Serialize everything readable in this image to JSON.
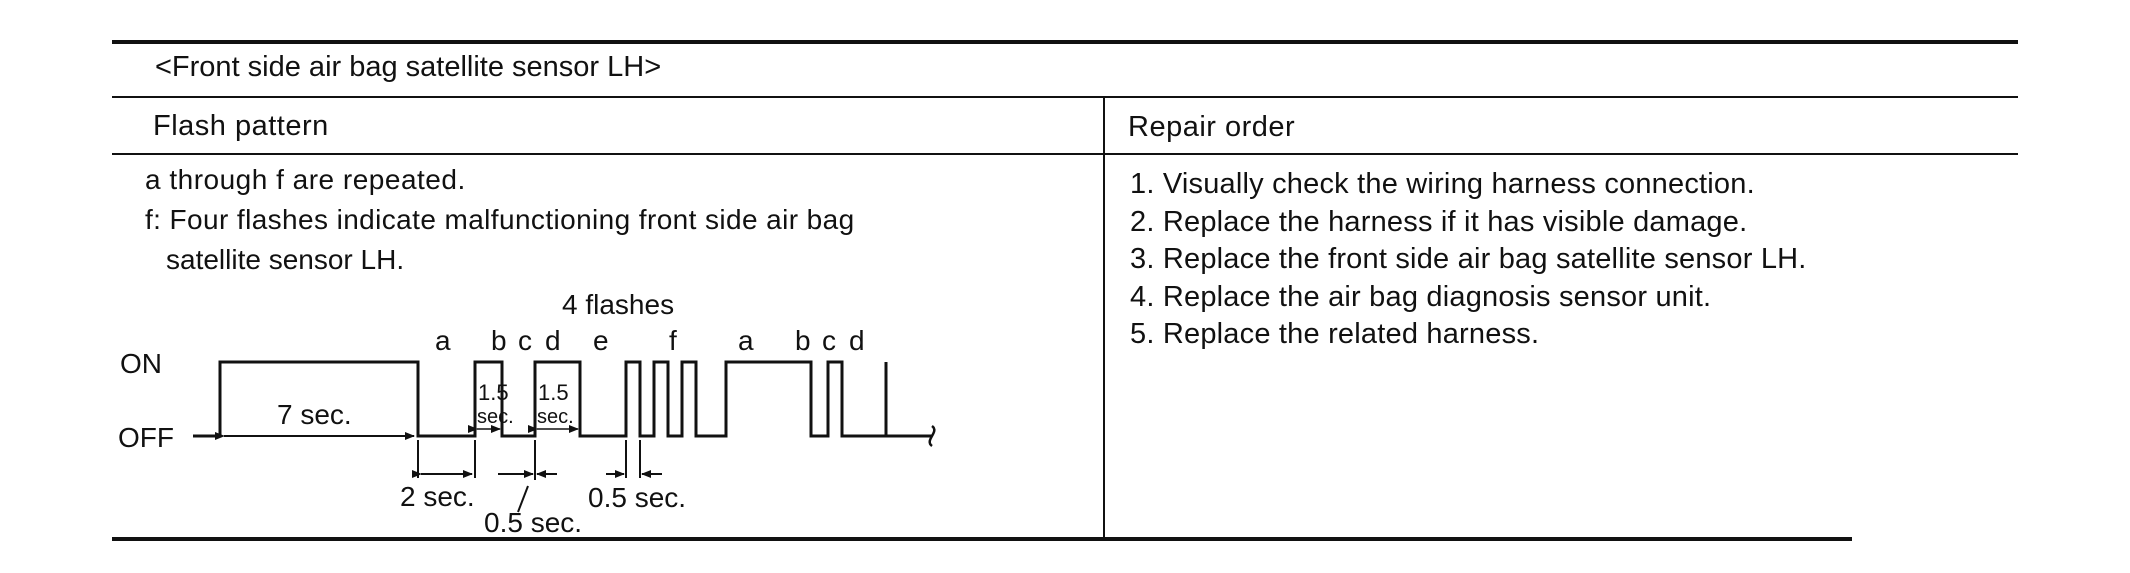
{
  "table": {
    "caption": "<Front side air bag satellite sensor LH>",
    "col_flash": "Flash pattern",
    "col_repair": "Repair order"
  },
  "notes": {
    "line1": "a through f are repeated.",
    "line2": "f: Four  flashes  indicate malfunctioning  front side air bag",
    "line3": "satellite sensor LH."
  },
  "diagram": {
    "flashes_label": "4 flashes",
    "on_label": "ON",
    "off_label": "OFF",
    "segments": [
      "a",
      "b",
      "c",
      "d",
      "e",
      "f",
      "a",
      "b",
      "c",
      "d"
    ],
    "dur_on": "7 sec.",
    "dur_pause": "2 sec.",
    "dur_gap": "0.5 sec.",
    "dur_flash_top": "1.5",
    "dur_flash_bottom": "sec.",
    "dur_short": "0.5 sec.",
    "dur_gap2": "0.5 sec."
  },
  "repair_steps": [
    "1. Visually check the wiring harness connection.",
    "2. Replace the harness if it has visible damage.",
    "3. Replace the front side air bag satellite sensor LH.",
    "4. Replace the air bag diagnosis sensor unit.",
    "5. Replace the related harness."
  ]
}
